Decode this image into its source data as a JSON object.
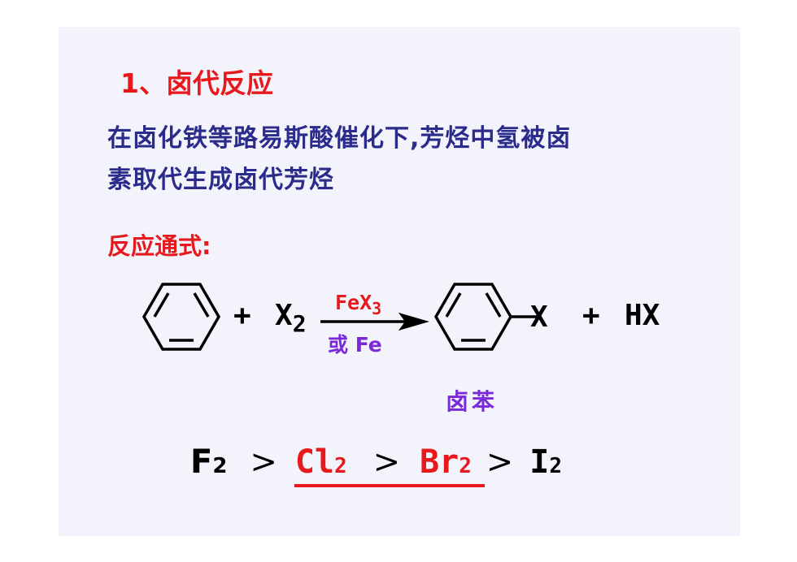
{
  "title": "1、卤代反应",
  "description": {
    "line1": "在卤化铁等路易斯酸催化下,芳烃中氢被卤",
    "line2": "素取代生成卤代芳烃"
  },
  "formula_label": "反应通式:",
  "reaction": {
    "plus": "+",
    "reagent": "X",
    "reagent_sub": "2",
    "catalyst_top": "FeX",
    "catalyst_top_sub": "3",
    "catalyst_bottom": "或 Fe",
    "substituent": "X",
    "byproduct": "HX",
    "product_name": "卤苯"
  },
  "reactivity_order": {
    "f": "F",
    "cl": "Cl",
    "br": "Br",
    "i": "I",
    "sub": "2",
    "gt": ">"
  },
  "colors": {
    "red": "#e8181c",
    "blue": "#2b2b8c",
    "purple": "#7a2ad8"
  }
}
